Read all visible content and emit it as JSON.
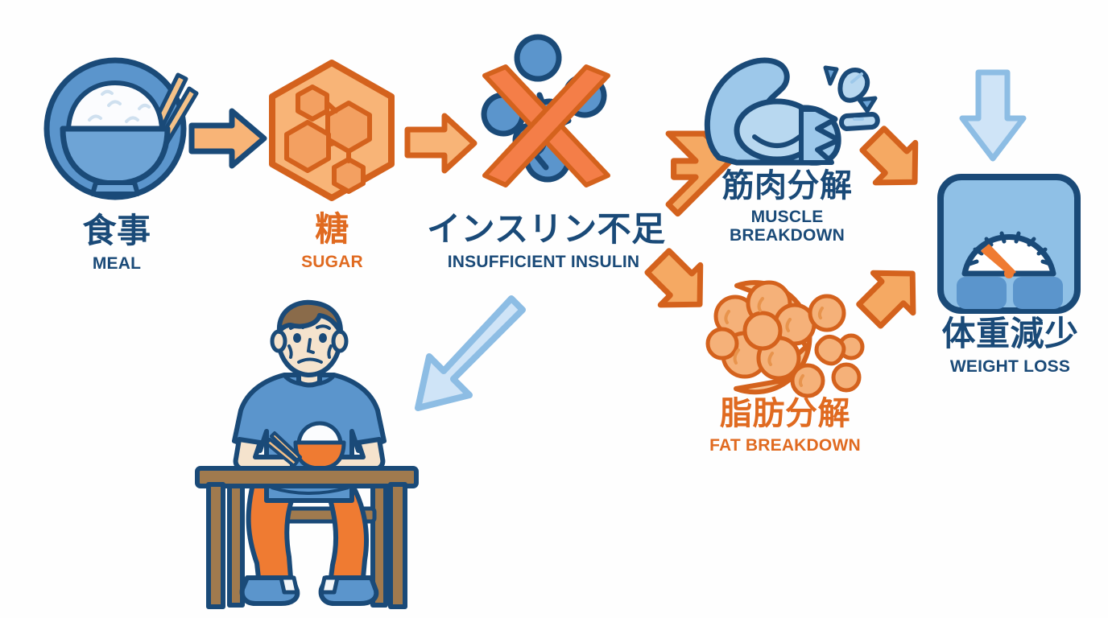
{
  "diagram": {
    "title_implicit": "Insufficient insulin leads to weight loss",
    "background_color": "#ffffff",
    "palette": {
      "navy": "#1a4a78",
      "navy_dark": "#15456e",
      "blue_mid": "#4a8fc7",
      "blue_light": "#9dc8ea",
      "blue_pale": "#cfe4f7",
      "orange": "#e06a20",
      "orange_light": "#f8b477",
      "orange_mid": "#f0924a",
      "skin": "#f5e3cd",
      "hair": "#8a6b4a",
      "wood": "#a07a4e"
    }
  },
  "nodes": [
    {
      "id": "meal",
      "icon": "rice-bowl-chopsticks-icon",
      "jp": "食事",
      "en": "MEAL",
      "jp_color": "#1a4a78",
      "en_color": "#1a4a78"
    },
    {
      "id": "sugar",
      "icon": "sugar-hexagon-molecule-icon",
      "jp": "糖",
      "en": "SUGAR",
      "jp_color": "#e06a20",
      "en_color": "#e06a20"
    },
    {
      "id": "insulin",
      "icon": "insulin-molecule-crossed-out-icon",
      "jp": "インスリン不足",
      "en": "INSUFFICIENT INSULIN",
      "jp_color": "#1a4a78",
      "en_color": "#1a4a78"
    },
    {
      "id": "muscle",
      "icon": "flexed-bicep-breaking-icon",
      "jp": "筋肉分解",
      "en": "MUSCLE BREAKDOWN",
      "en_line1": "MUSCLE",
      "en_line2": "BREAKDOWN",
      "jp_color": "#1a4a78",
      "en_color": "#1a4a78"
    },
    {
      "id": "fat",
      "icon": "fat-cells-dissolving-icon",
      "jp": "脂肪分解",
      "en": "FAT BREAKDOWN",
      "jp_color": "#e06a20",
      "en_color": "#e06a20"
    },
    {
      "id": "weightloss",
      "icon": "bathroom-scale-icon",
      "jp": "体重減少",
      "en": "WEIGHT LOSS",
      "jp_color": "#1a4a78",
      "en_color": "#1a4a78"
    },
    {
      "id": "person",
      "icon": "thin-person-eating-at-table-icon",
      "jp": "",
      "en": ""
    }
  ],
  "arrows": [
    {
      "id": "meal-to-sugar",
      "name": "arrow-meal-to-sugar",
      "direction": "right",
      "fill": "#f8b477",
      "stroke": "#1a4a78"
    },
    {
      "id": "sugar-to-insulin",
      "name": "arrow-sugar-to-insulin",
      "direction": "right",
      "fill": "#f8b477",
      "stroke": "#d4621d"
    },
    {
      "id": "insulin-to-muscle",
      "name": "arrow-insulin-to-muscle",
      "direction": "up-right",
      "fill": "#f5a963",
      "stroke": "#d4621d"
    },
    {
      "id": "insulin-to-fat",
      "name": "arrow-insulin-to-fat",
      "direction": "down-right",
      "fill": "#f5a963",
      "stroke": "#d4621d"
    },
    {
      "id": "muscle-to-scale",
      "name": "arrow-muscle-to-weightloss",
      "direction": "down-right",
      "fill": "#f5a963",
      "stroke": "#d4621d"
    },
    {
      "id": "fat-to-scale",
      "name": "arrow-fat-to-weightloss",
      "direction": "up-right",
      "fill": "#f5a963",
      "stroke": "#d4621d"
    },
    {
      "id": "scale-down",
      "name": "arrow-down-onto-scale",
      "direction": "down",
      "fill": "#cfe4f7",
      "stroke": "#8dbde4"
    },
    {
      "id": "pointer-to-person",
      "name": "arrow-pointing-to-person",
      "direction": "down-left",
      "fill": "#cfe4f7",
      "stroke": "#8dbde4"
    }
  ]
}
